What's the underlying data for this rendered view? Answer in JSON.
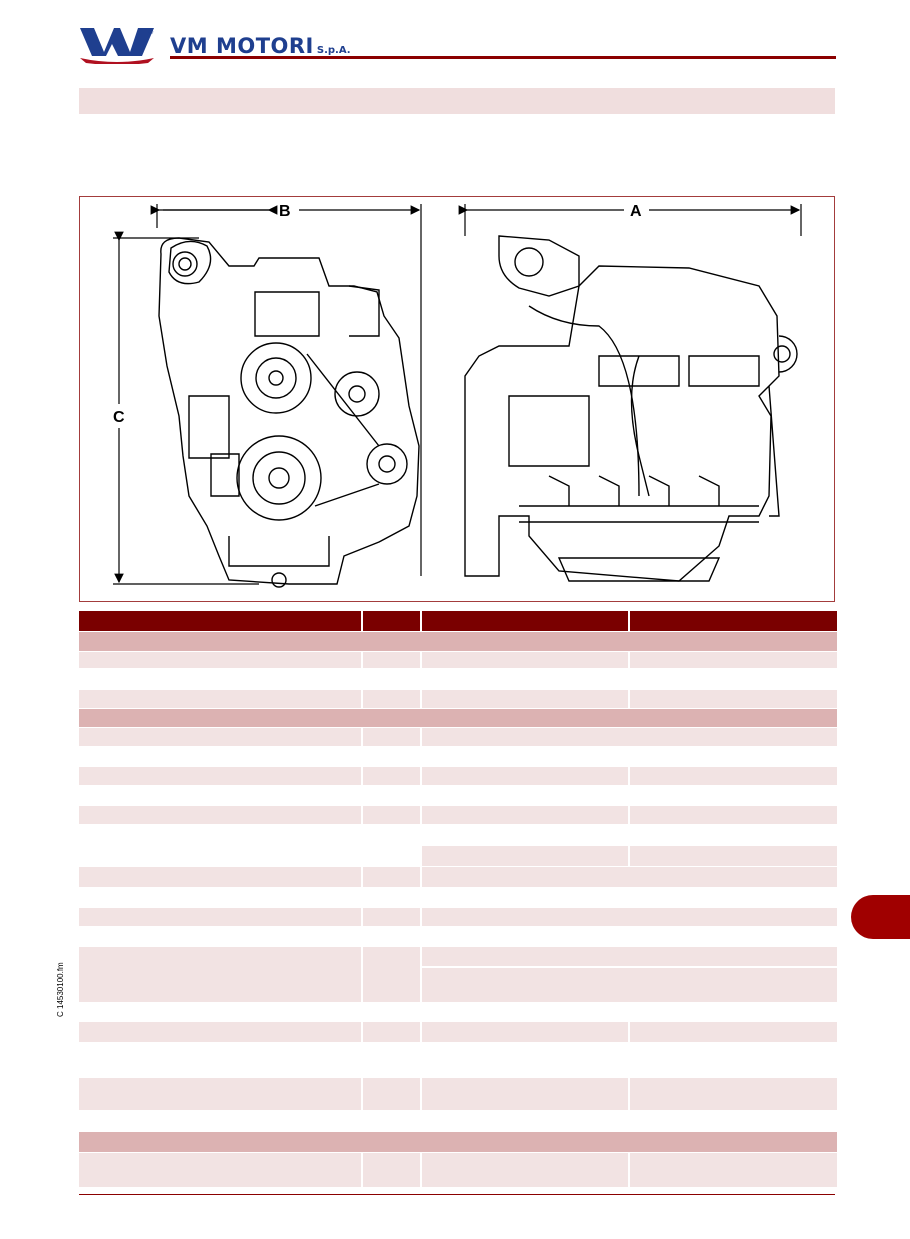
{
  "header": {
    "brand_name": "VM MOTORI",
    "brand_suffix": "S.p.A.",
    "colors": {
      "brand_blue": "#1f3f8f",
      "brand_red": "#b01020",
      "rule_red": "#8b0000"
    }
  },
  "figure": {
    "dimension_labels": {
      "a": "A",
      "b": "B",
      "c": "C"
    }
  },
  "table": {
    "colors": {
      "header": "#7a0000",
      "section": "#dcb2b2",
      "row_shaded": "#f2e3e3"
    }
  },
  "footer": {
    "file_reference": "C 14530100.fm"
  },
  "side_tab": {
    "color": "#a00000"
  }
}
